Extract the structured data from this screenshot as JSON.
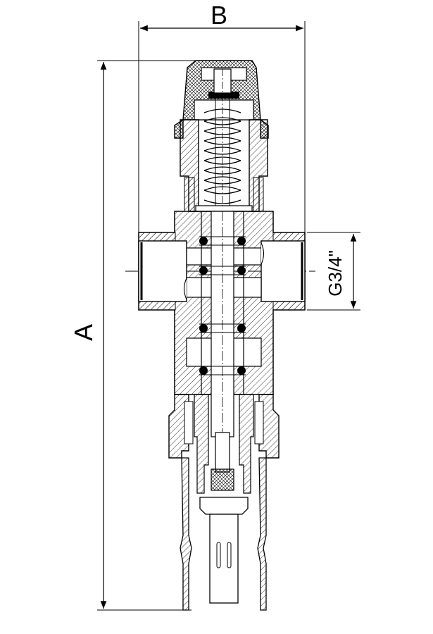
{
  "dimensions": {
    "width_label": "B",
    "height_label": "A",
    "thread_label": "G3/4\""
  },
  "colors": {
    "line": "#000000",
    "background": "#ffffff"
  }
}
